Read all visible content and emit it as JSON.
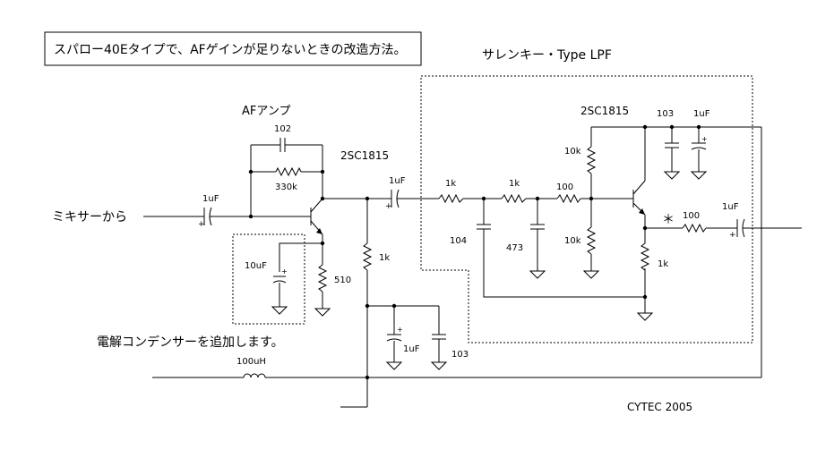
{
  "title_box": "スパロー40Eタイプで、AFゲインが足りないときの改造方法。",
  "lpf_title": "サレンキー・Type LPF",
  "input_label": "ミキサーから",
  "af_amp_label": "AFアンプ",
  "note_capacitor": "電解コンデンサーを追加します。",
  "credit": "CYTEC 2005",
  "parts": {
    "q1": "2SC1815",
    "q2": "2SC1815",
    "c_102": "102",
    "r_330k": "330k",
    "c_in_1uF": "1uF",
    "c_added_10uF": "10uF",
    "r_510": "510",
    "c_coupling_1uF": "1uF",
    "r_bias_1k": "1k",
    "c_dec_1uF": "1uF",
    "c_dec_103": "103",
    "l_100uH": "100uH",
    "r_lpf1_1k": "1k",
    "c_104": "104",
    "r_lpf2_1k": "1k",
    "c_473": "473",
    "r_100": "100",
    "r_10k_top": "10k",
    "r_10k_bottom": "10k",
    "c_103_top": "103",
    "c_1uF_top": "1uF",
    "r_emitter_1k": "1k",
    "r_out_100": "100",
    "c_out_1uF": "1uF",
    "plus": "+",
    "asterisk": "＊"
  }
}
